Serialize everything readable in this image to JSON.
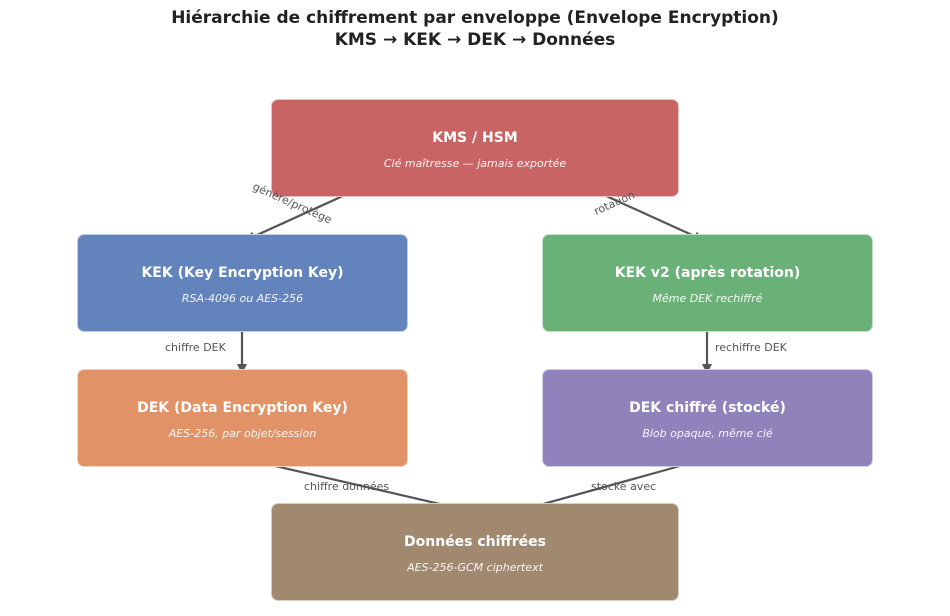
{
  "title": {
    "line1": "Hiérarchie de chiffrement par enveloppe (Envelope Encryption)",
    "line2": "KMS → KEK → DEK → Données"
  },
  "nodes": {
    "kms": {
      "name": "KMS / HSM",
      "sub": "Clé maîtresse — jamais exportée",
      "color": "#c96464"
    },
    "kek": {
      "name": "KEK (Key Encryption Key)",
      "sub": "RSA-4096 ou AES-256",
      "color": "#6283bb"
    },
    "kek_v2": {
      "name": "KEK v2 (après rotation)",
      "sub": "Même DEK rechiffré",
      "color": "#6ab177"
    },
    "dek": {
      "name": "DEK (Data Encryption Key)",
      "sub": "AES-256, par objet/session",
      "color": "#e19267"
    },
    "dek_enc": {
      "name": "DEK chiffré (stocké)",
      "sub": "Blob opaque, même clé",
      "color": "#9082ba"
    },
    "data": {
      "name": "Données chiffrées",
      "sub": "AES-256-GCM ciphertext",
      "color": "#a1896f"
    }
  },
  "edges": {
    "kms_kek": "génère/protège",
    "kms_kekv2": "rotation",
    "kek_dek": "chiffre DEK",
    "kekv2_dekenc": "rechiffre DEK",
    "dek_data": "chiffre données",
    "dekenc_data": "stocké avec"
  },
  "arrow_color": "#555555"
}
